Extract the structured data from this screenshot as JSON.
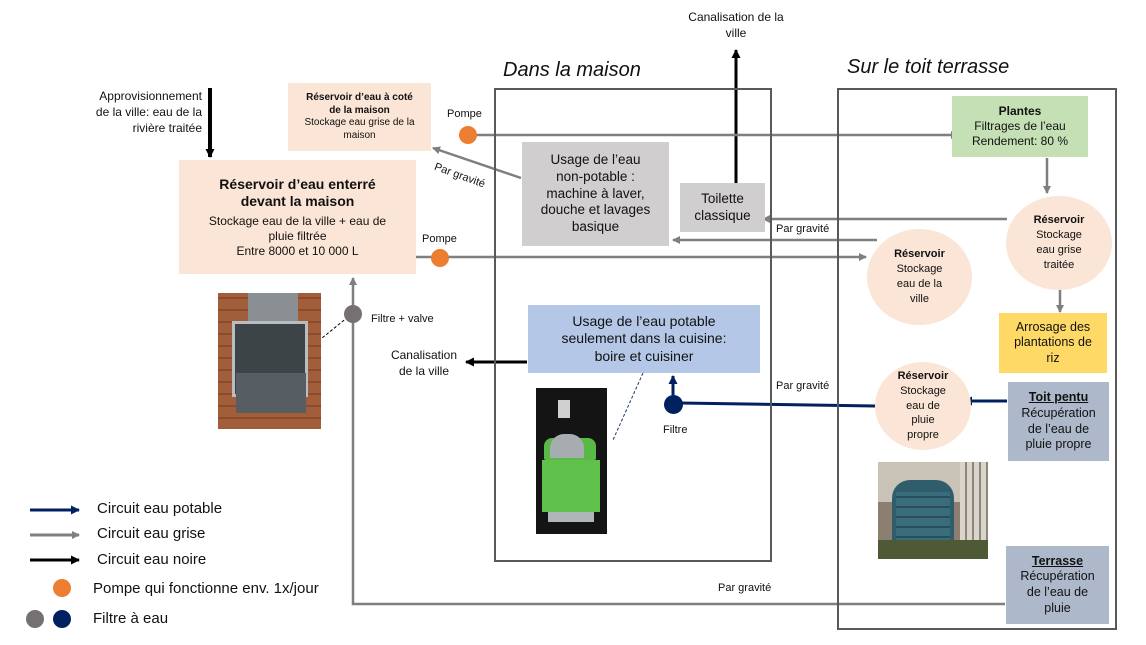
{
  "zones": {
    "house": "Dans la maison",
    "roof": "Sur le toit terrasse"
  },
  "city_supply": {
    "line1": "Approvisionnement",
    "line2": "de la ville: eau de la",
    "line3": "rivière traitée"
  },
  "city_sewer_top": {
    "line1": "Canalisation de la",
    "line2": "ville"
  },
  "buried_tank": {
    "title1": "Réservoir d’eau enterré",
    "title2": "devant la maison",
    "line1": "Stockage eau de la ville + eau de",
    "line2": "pluie filtrée",
    "line3": "Entre 8000 et 10 000 L"
  },
  "side_tank": {
    "title1": "Réservoir d’eau à coté",
    "title2": "de la maison",
    "line1": "Stockage eau grise de la",
    "line2": "maison"
  },
  "nonpotable": {
    "line1": "Usage de l’eau",
    "line2": "non-potable :",
    "line3": "machine à laver,",
    "line4": "douche et lavages",
    "line5": "basique"
  },
  "toilet": {
    "line1": "Toilette",
    "line2": "classique"
  },
  "potable": {
    "line1": "Usage de l’eau potable",
    "line2": "seulement dans la cuisine:",
    "line3": "boire et cuisiner"
  },
  "plants": {
    "title": "Plantes",
    "line1": "Filtrages de l’eau",
    "line2": "Rendement: 80 %"
  },
  "grey_tank": {
    "title": "Réservoir",
    "line1": "Stockage",
    "line2": "eau grise",
    "line3": "traitée"
  },
  "city_tank": {
    "title": "Réservoir",
    "line1": "Stockage",
    "line2": "eau de la",
    "line3": "ville"
  },
  "rain_tank": {
    "title": "Réservoir",
    "line1": "Stockage",
    "line2": "eau de",
    "line3": "pluie",
    "line4": "propre"
  },
  "irrigation": {
    "line1": "Arrosage des",
    "line2": "plantations de",
    "line3": "riz"
  },
  "sloped_roof": {
    "title": "Toit pentu",
    "line1": "Récupération",
    "line2": "de l’eau de",
    "line3": "pluie propre"
  },
  "terrace": {
    "title": "Terrasse",
    "line1": "Récupération",
    "line2": "de l’eau de",
    "line3": "pluie"
  },
  "labels": {
    "pump1": "Pompe",
    "pump2": "Pompe",
    "gravity1": "Par gravité",
    "gravity2": "Par gravité",
    "gravity3": "Par gravité",
    "gravity4": "Par gravité",
    "filter_valve": "Filtre + valve",
    "filter": "Filtre",
    "sewer_mid1": "Canalisation",
    "sewer_mid2": "de la ville"
  },
  "legend": {
    "potable": "Circuit eau potable",
    "grey": "Circuit eau grise",
    "black": "Circuit eau noire",
    "pump": "Pompe qui fonctionne env. 1x/jour",
    "filter": "Filtre à eau"
  },
  "colors": {
    "potable_line": "#002060",
    "grey_line": "#7f7f7f",
    "black_line": "#000000",
    "pump": "#ed7d31",
    "filter_grey": "#767171",
    "filter_blue": "#002060"
  }
}
